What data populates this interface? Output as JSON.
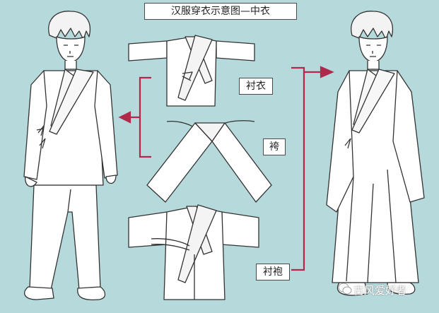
{
  "title": "汉服穿衣示意图—中衣",
  "labels": {
    "shirt": "衬衣",
    "trousers": "袴",
    "robe": "衬袍"
  },
  "watermark": "古风爱好者",
  "colors": {
    "background": "#b6d9dc",
    "line": "#333333",
    "bracket": "#b0284a",
    "garment": "#ffffff"
  }
}
